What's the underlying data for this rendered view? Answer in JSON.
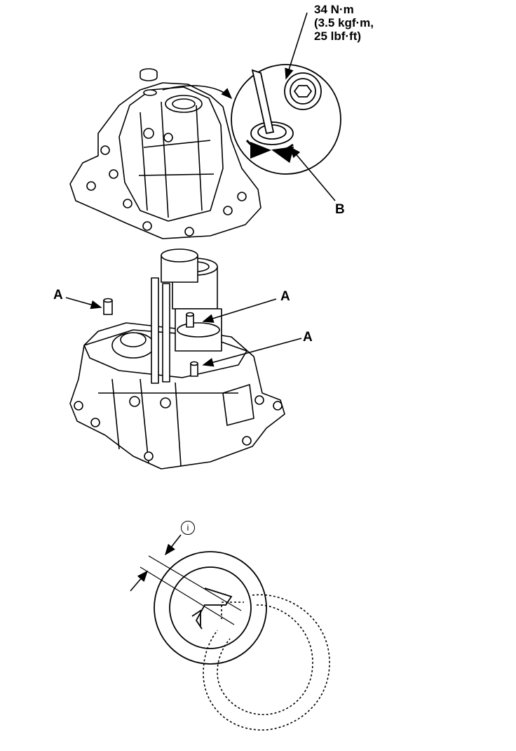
{
  "torque": {
    "line1": "34 N·m",
    "line2": "(3.5 kgf·m,",
    "line3": "25 lbf·ft)"
  },
  "callouts": {
    "a_left": "A",
    "a_mid": "A",
    "a_right": "A",
    "b": "B"
  },
  "detail_marker": "i"
}
